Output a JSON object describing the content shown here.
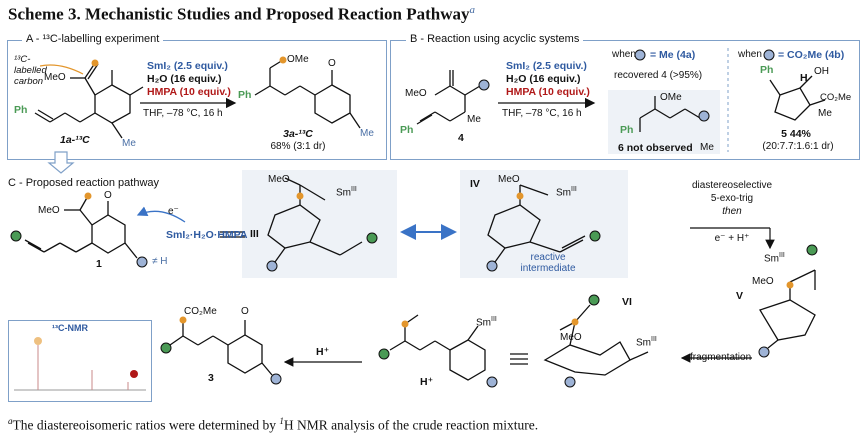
{
  "scheme": {
    "title": "Scheme 3. Mechanistic Studies and Proposed Reaction Pathway",
    "title_sup": "a"
  },
  "colors": {
    "panel_border": "#7fa0c8",
    "arrow_blue": "#3a73c6",
    "orange": "#e3962c",
    "green": "#4a9a55",
    "grey_blue": "#9eb3d6",
    "red": "#b01818",
    "blue_text": "#2f5aa0",
    "panel_bg": "#eef2f7"
  },
  "panel_a": {
    "label": "A - ¹³C-labelling experiment",
    "carbon_label": "¹³C-labelled carbon",
    "ome": "MeO",
    "ph": "Ph",
    "me": "Me",
    "reagent_1": "SmI₂ (2.5 equiv.)",
    "reagent_2": "H₂O (16 equiv.)",
    "reagent_3": "HMPA (10 equiv.)",
    "conditions": "THF, –78 °C, 16 h",
    "sm_label": "1a-¹³C",
    "product_label": "3a-¹³C",
    "product_ome": "OMe",
    "product_o": "O",
    "yield": "68% (3:1 dr)"
  },
  "panel_b": {
    "label": "B - Reaction using acyclic systems",
    "meo": "MeO",
    "me": "Me",
    "ph": "Ph",
    "compound": "4",
    "reagent_1": "SmI₂ (2.5 equiv.)",
    "reagent_2": "H₂O (16 equiv.)",
    "reagent_3": "HMPA (10 equiv.)",
    "conditions": "THF, –78 °C, 16 h",
    "when_me": "when",
    "eq_me": "= Me (4a)",
    "recovered": "recovered 4 (>95%)",
    "not_observed": "6 not observed",
    "product_ome": "OMe",
    "when_co2me": "when",
    "eq_co2me": "= CO₂Me (4b)",
    "product5_label": "5 44%",
    "product5_dr": "(20:7.7:1.6:1 dr)",
    "oh": "OH",
    "h": "H",
    "co2me": "CO₂Me"
  },
  "panel_c": {
    "label": "C - Proposed reaction pathway",
    "electron": "e⁻",
    "reagent": "SmI₂·H₂O·HMPA",
    "not_h": "≠ H",
    "compound_1": "1",
    "meo": "MeO",
    "o": "O",
    "int_iii": "III",
    "int_iv": "IV",
    "sm": "Sm",
    "sm_sup": "III",
    "reactive_intermediate": "reactive intermediate",
    "step_1": "diastereoselective",
    "step_2": "5-exo-trig",
    "step_3": "then",
    "step_4": "e⁻ + H⁺",
    "int_v": "V",
    "int_vi": "VI",
    "fragmentation": "fragmentation",
    "h_plus": "H⁺",
    "product_3": "3",
    "co2me": "CO₂Me",
    "nmr_title": "¹³C-NMR"
  },
  "footnote": {
    "marker": "a",
    "text_1": "The diastereoisomeric ratios were determined by ",
    "sup": "1",
    "text_2": "H NMR analysis of the crude reaction mixture."
  }
}
